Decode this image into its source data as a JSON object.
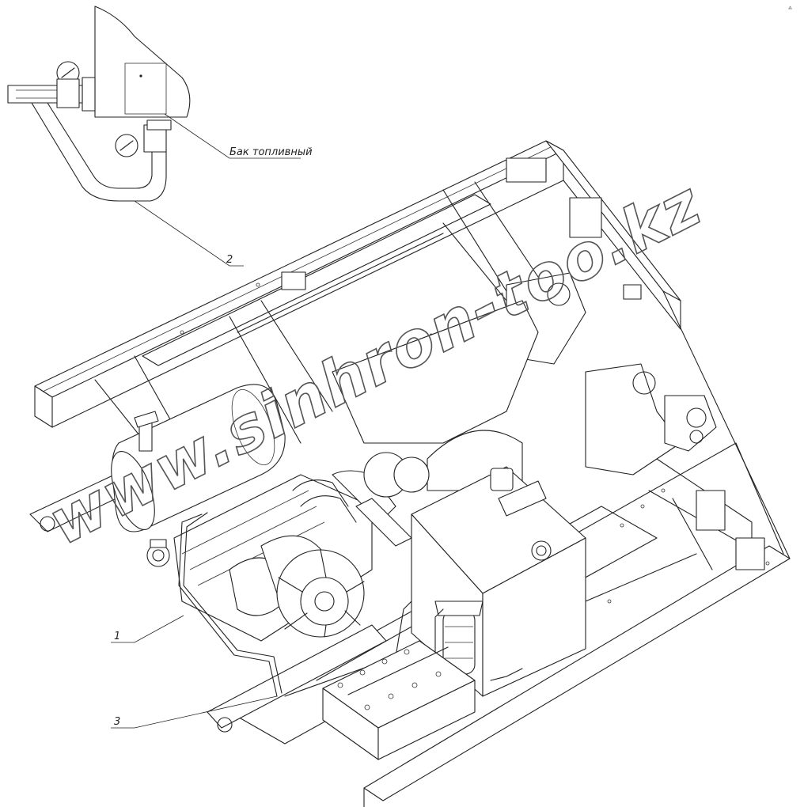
{
  "diagram": {
    "callouts": [
      {
        "id": "1",
        "label": "1"
      },
      {
        "id": "2",
        "label": "2"
      },
      {
        "id": "3",
        "label": "3"
      }
    ],
    "inset_label": "Бак топливный",
    "watermark": "www.sinhron-too.kz",
    "corner_mark": "⁂"
  }
}
